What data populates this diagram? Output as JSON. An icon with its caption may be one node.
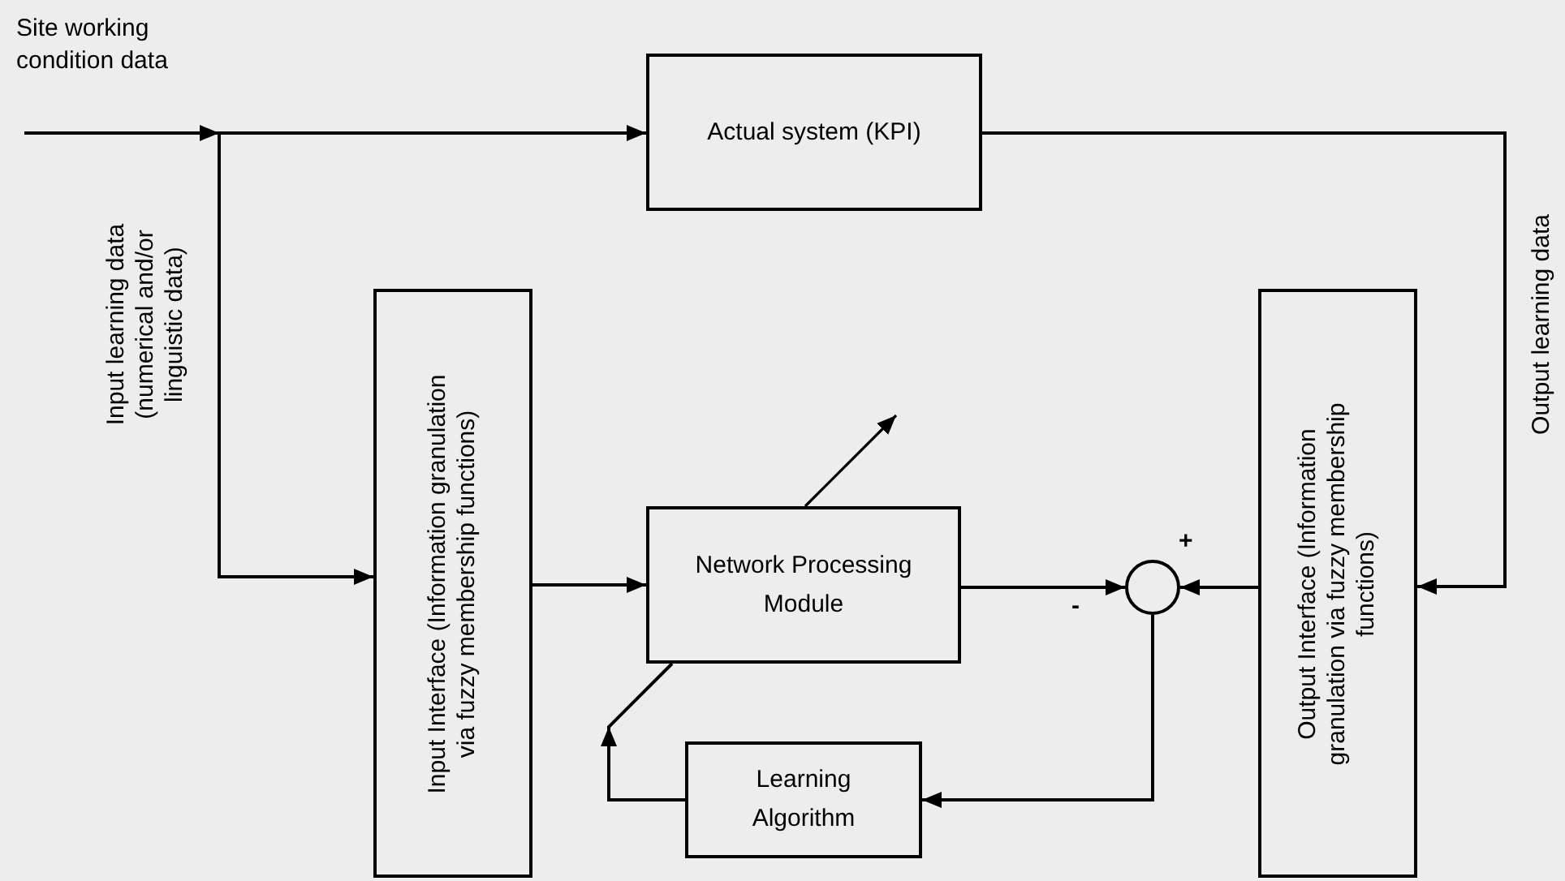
{
  "diagram": {
    "nodes": [
      {
        "text": [
          "Actual system (KPI)"
        ]
      },
      {
        "text": [
          "Input Interface (Information granulation via fuzzy membership functions)"
        ]
      },
      {
        "text": [
          "Network Processing Module"
        ]
      },
      {
        "text": [],
        "shape": "circle",
        "beside": [
          "+",
          "-"
        ]
      },
      {
        "text": [
          "Learning Algorithm"
        ]
      },
      {
        "text": [
          "Output Interface (Information granulation via fuzzy membership functions)"
        ]
      }
    ],
    "edges": [
      {
        "from": null,
        "to": 0,
        "arrow": "to"
      },
      {
        "from": null,
        "to": 1,
        "arrow": "to"
      },
      {
        "from": 0,
        "to": 5,
        "arrow": "to"
      },
      {
        "from": 1,
        "to": 2,
        "arrow": "to"
      },
      {
        "from": 2,
        "to": 3,
        "arrow": "to"
      },
      {
        "from": 5,
        "to": 3,
        "arrow": "to"
      },
      {
        "from": 3,
        "to": 4,
        "arrow": "to"
      },
      {
        "from": 4,
        "to": 2,
        "arrow": "to"
      }
    ],
    "labels": [
      "Site working condition data",
      "Input learning data (numerical and/or linguistic data)",
      "Output learning data"
    ]
  }
}
